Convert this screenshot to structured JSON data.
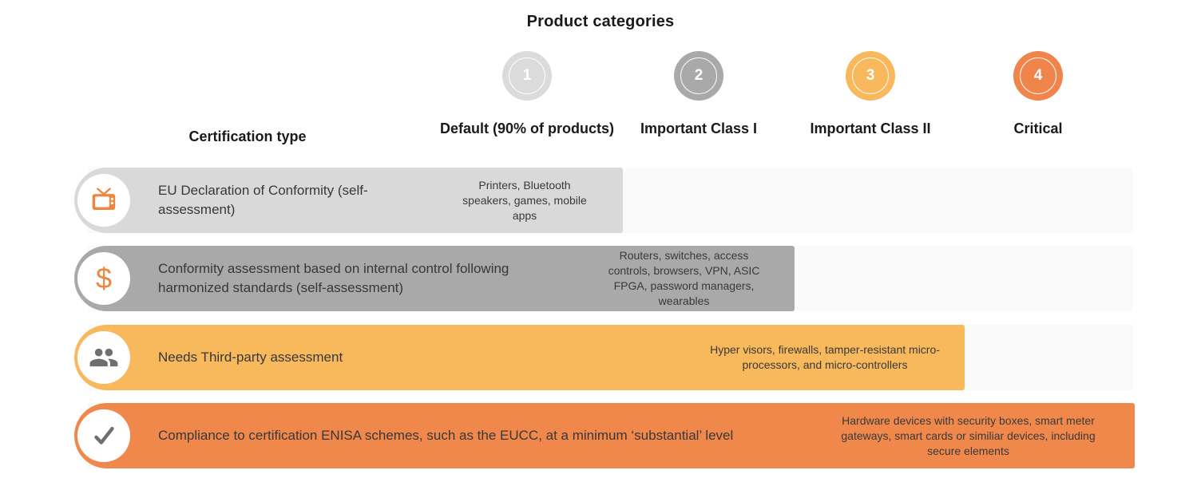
{
  "title": "Product categories",
  "table": {
    "certification_header": "Certification type",
    "columns": [
      {
        "number": "1",
        "label": "Default (90% of products)",
        "circle_color": "#dbdbdb"
      },
      {
        "number": "2",
        "label": "Important Class I",
        "circle_color": "#a9a9a9"
      },
      {
        "number": "3",
        "label": "Important Class II",
        "circle_color": "#f8b85c"
      },
      {
        "number": "4",
        "label": "Critical",
        "circle_color": "#f0854c"
      }
    ],
    "rows": [
      {
        "icon": "tv-icon",
        "certification": "EU Declaration of Conformity (self-assessment)",
        "products": "Printers, Bluetooth speakers, games, mobile apps",
        "color": "#d9d9d9"
      },
      {
        "icon": "dollar-icon",
        "certification": "Conformity assessment based on internal control following harmonized standards (self-assessment)",
        "products": "Routers, switches, access controls, browsers, VPN, ASIC FPGA, password managers, wearables",
        "color": "#a9a9a9"
      },
      {
        "icon": "people-icon",
        "certification": "Needs Third-party assessment",
        "products": "Hyper visors, firewalls, tamper-resistant micro-processors, and micro-controllers",
        "color": "#f8b85c"
      },
      {
        "icon": "check-icon",
        "certification": "Compliance to certification ENISA schemes, such as the EUCC, at a minimum ‘substantial’ level",
        "products": "Hardware devices with security boxes, smart meter gateways, smart cards or similiar devices, including secure elements",
        "color": "#f0884c"
      }
    ]
  },
  "colors": {
    "level1": "#d9d9d9",
    "level2": "#a9a9a9",
    "level3": "#f8b85c",
    "level4": "#f0884c",
    "row_background": "#fafafa",
    "icon_orange": "#ef8640",
    "icon_gray": "#6f6f6f",
    "text_dark": "#1a1a1a"
  }
}
